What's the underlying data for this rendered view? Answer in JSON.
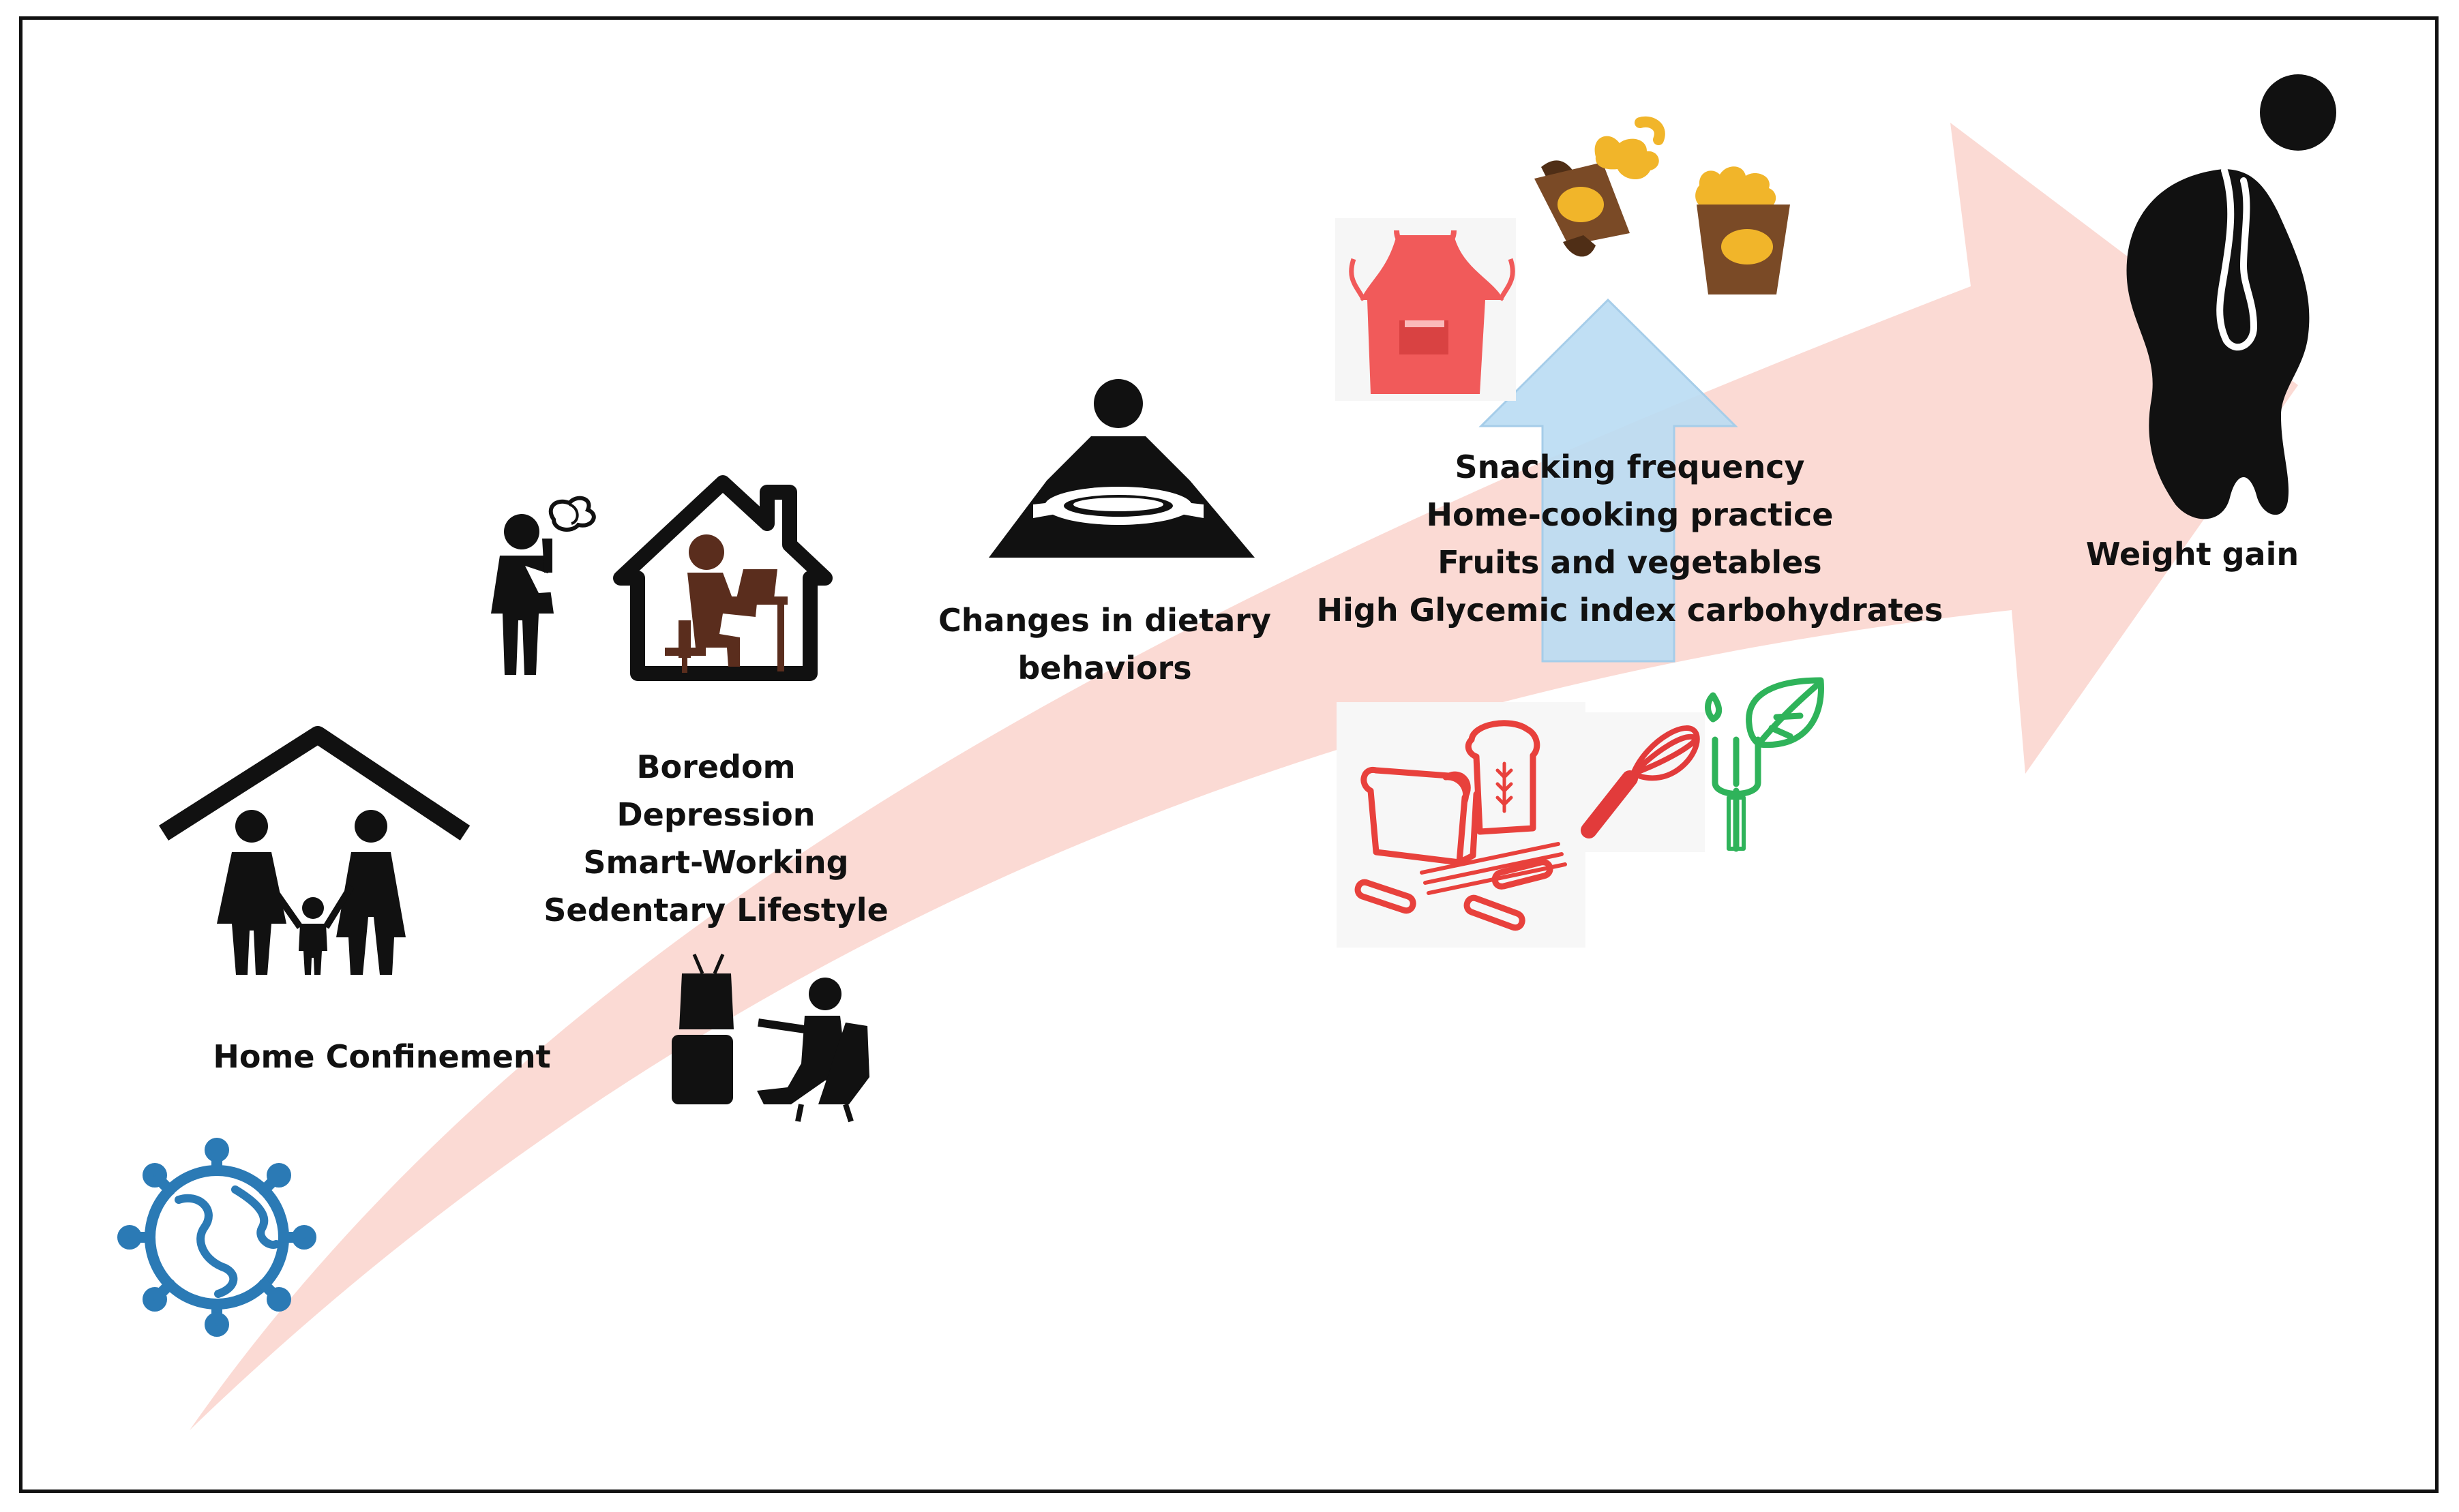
{
  "stages": {
    "home": {
      "lines": [
        "Home Confinement"
      ]
    },
    "mood": {
      "lines": [
        "Boredom",
        "Depression",
        "Smart-Working",
        "Sedentary Lifestyle"
      ]
    },
    "dietary": {
      "lines": [
        "Changes in dietary",
        "behaviors"
      ]
    },
    "factors": {
      "lines": [
        "Snacking frequency",
        "Home-cooking practice",
        "Fruits and vegetables",
        "High Glycemic index carbohydrates"
      ]
    },
    "outcome": {
      "lines": [
        "Weight gain"
      ]
    }
  },
  "icons": [
    "virus-globe-icon",
    "family-home-icon",
    "stressed-person-icon",
    "home-office-icon",
    "tv-watching-icon",
    "person-eating-icon",
    "apron-icon",
    "candy-icon",
    "popcorn-icon",
    "bread-pasta-icon",
    "whisk-icon",
    "leaf-fork-icon",
    "obese-person-icon"
  ],
  "colors": {
    "main_arrow": "#fbd6cf",
    "up_arrow": "#b9dcf3",
    "virus": "#2b7ab5",
    "apron": "#f15a5a",
    "bread": "#e8413c",
    "whisk": "#e23b3b",
    "leaf": "#2fb35a",
    "snack_brown": "#7a4a26",
    "snack_yellow": "#f1b52a"
  }
}
